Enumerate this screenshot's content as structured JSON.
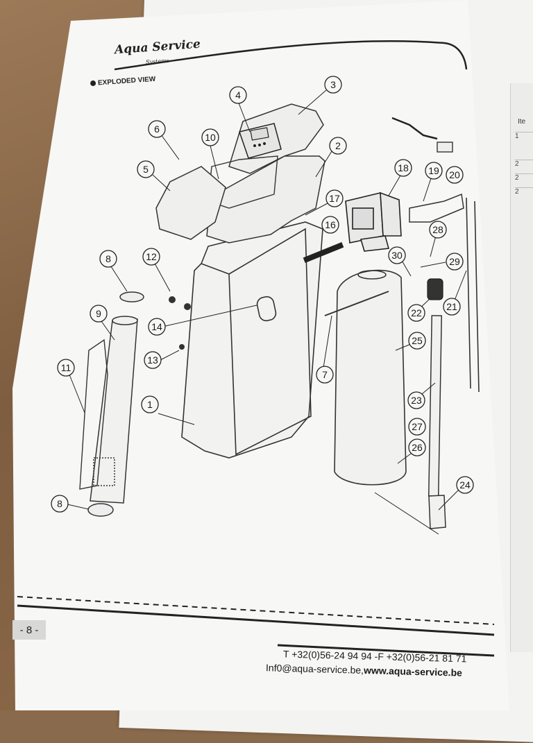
{
  "header": {
    "brand": "Aqua Service",
    "brand_sub": "Systems",
    "section_title": "EXPLODED VIEW"
  },
  "diagram": {
    "callouts": [
      "1",
      "2",
      "3",
      "4",
      "5",
      "6",
      "7",
      "8",
      "8",
      "9",
      "10",
      "11",
      "12",
      "13",
      "14",
      "16",
      "17",
      "18",
      "19",
      "20",
      "21",
      "22",
      "23",
      "24",
      "25",
      "26",
      "27",
      "28",
      "29",
      "30"
    ]
  },
  "side_sheet": {
    "header": "Ite",
    "rows": [
      "1",
      "2",
      "2",
      "2"
    ]
  },
  "footer": {
    "page_number": "- 8 -",
    "phone_line": "T +32(0)56-24 94 94 -F +32(0)56-21 81 71",
    "email": "Inf0@aqua-service.be,",
    "website": "www.aqua-service.be"
  }
}
